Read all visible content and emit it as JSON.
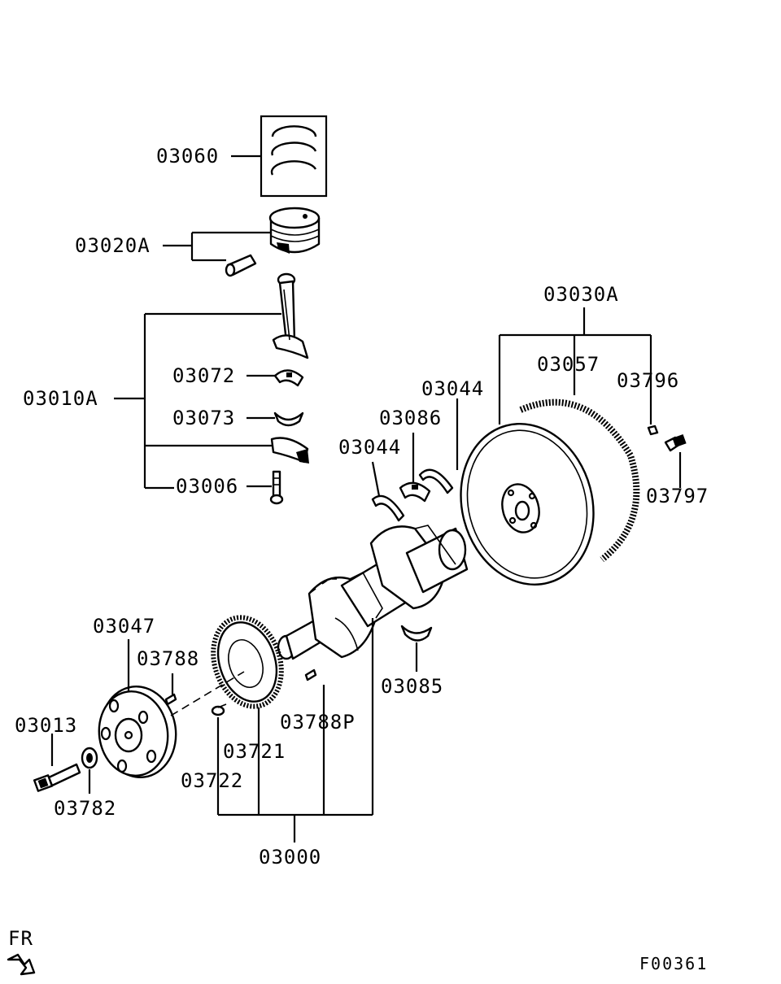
{
  "labels": {
    "piston_rings": "03060",
    "piston_assy": "03020A",
    "conrod_assy": "03010A",
    "bearing_upper": "03072",
    "bearing_lower": "03073",
    "conrod_bolt": "03006",
    "flywheel_assy": "03030A",
    "ring_gear": "03057",
    "flywheel_pin": "03796",
    "flywheel_bolt": "03797",
    "thrust_upper": "03044",
    "main_bearing_upper": "03086",
    "thrust_lower": "03044",
    "crankshaft": "03000",
    "main_bearing_lower": "03085",
    "pulley": "03047",
    "pulley_key": "03788",
    "pulley_bolt": "03013",
    "pulley_washer": "03782",
    "sensor_plate": "03721",
    "sensor_screw": "03722",
    "crank_pin": "03788P"
  },
  "orientation": "FR",
  "figure_code": "F00361",
  "colors": {
    "ink": "#000000",
    "paper": "#ffffff"
  }
}
